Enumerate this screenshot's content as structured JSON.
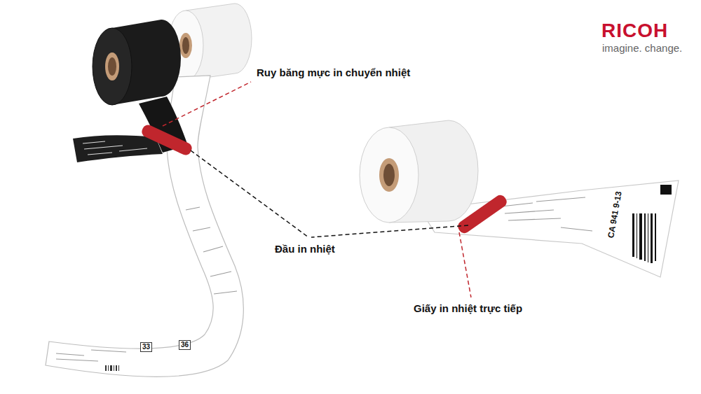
{
  "diagram": {
    "labels": [
      "RICOH",
      "imagine. change.",
      "Ruy băng mực in chuyển nhiệt",
      "Đầu in nhiệt",
      "Giấy in nhiệt trực tiếp",
      "33",
      "36",
      "CA 941 9-13"
    ]
  }
}
